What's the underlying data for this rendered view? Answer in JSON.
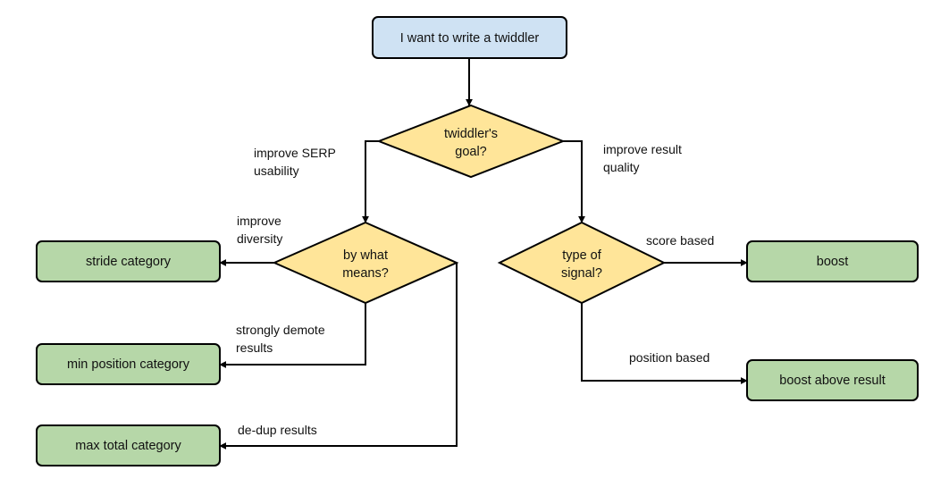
{
  "colors": {
    "start_fill": "#cfe2f3",
    "decision_fill": "#ffe599",
    "outcome_fill": "#b6d7a8",
    "stroke": "#000000",
    "edge": "#000000"
  },
  "nodes": {
    "start": {
      "lines": [
        "I want to write a twiddler"
      ]
    },
    "goal": {
      "lines": [
        "twiddler's",
        "goal?"
      ]
    },
    "means": {
      "lines": [
        "by what",
        "means?"
      ]
    },
    "signal": {
      "lines": [
        "type of",
        "signal?"
      ]
    },
    "stride": {
      "lines": [
        "stride category"
      ]
    },
    "minpos": {
      "lines": [
        "min position category"
      ]
    },
    "maxtotal": {
      "lines": [
        "max total category"
      ]
    },
    "boost": {
      "lines": [
        "boost"
      ]
    },
    "boostabove": {
      "lines": [
        "boost above result"
      ]
    }
  },
  "edges": {
    "serp": {
      "lines": [
        "improve SERP",
        "usability"
      ]
    },
    "quality": {
      "lines": [
        "improve result",
        "quality"
      ]
    },
    "diversity": {
      "lines": [
        "improve",
        "diversity"
      ]
    },
    "demote": {
      "lines": [
        "strongly demote",
        "results"
      ]
    },
    "dedup": {
      "lines": [
        "de-dup results"
      ]
    },
    "score": {
      "lines": [
        "score based"
      ]
    },
    "position": {
      "lines": [
        "position based"
      ]
    }
  }
}
